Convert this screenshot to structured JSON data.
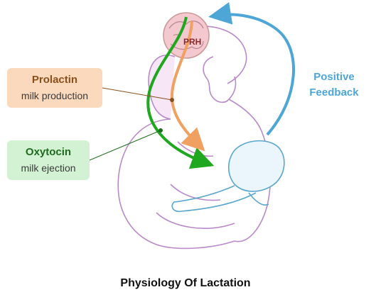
{
  "colors": {
    "outline_mother": "#b98ac9",
    "outline_baby": "#5aa7cc",
    "oxytocin": "#1fa81f",
    "prolactin": "#f0a060",
    "feedback": "#4da6d6",
    "prh_fill": "#f3c9cf"
  },
  "brain": {
    "label": "PRH"
  },
  "prolactin": {
    "name": "Prolactin",
    "desc": "milk production"
  },
  "oxytocin": {
    "name": "Oxytocin",
    "desc": "milk ejection"
  },
  "feedback": {
    "line1": "Positive",
    "line2": "Feedback"
  },
  "caption": "Physiology Of Lactation"
}
